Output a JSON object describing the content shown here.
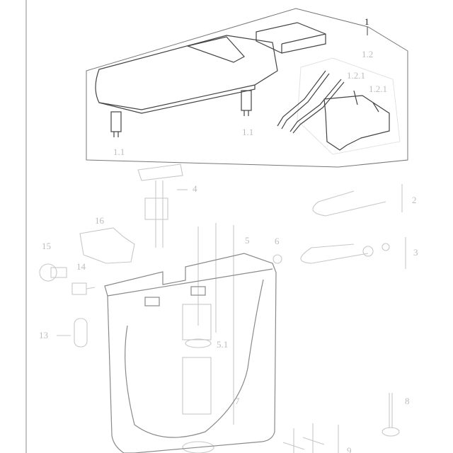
{
  "diagram": {
    "callouts": {
      "assembly": "1",
      "mechanism": "1.2",
      "lever_a": "1.2.1",
      "lever_b": "1.2.1",
      "clip_left": "1.1",
      "clip_right": "1.1",
      "fill_valve": "4",
      "bracket": "16",
      "flush_valve": "5",
      "nut": "6",
      "hose_a": "2",
      "hose_b": "3",
      "cap": "15",
      "elbow": "14",
      "screw_plate": "13",
      "seal": "5.1",
      "overflow": "7",
      "bolt": "8",
      "fixings": "9"
    }
  }
}
